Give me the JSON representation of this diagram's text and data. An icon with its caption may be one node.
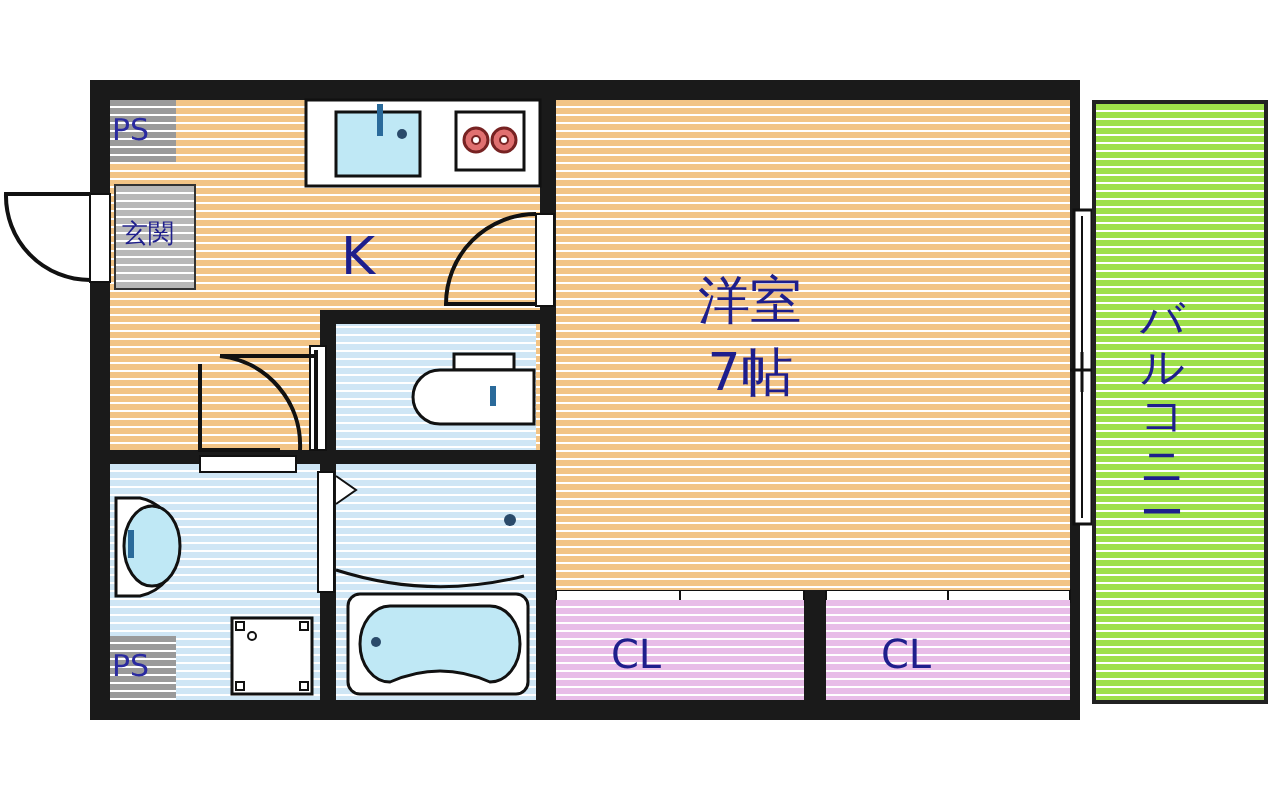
{
  "diagram": {
    "nodes": [
      {
        "text": [
          "PS"
        ],
        "in": 2
      },
      {
        "text": [
          "玄関"
        ],
        "in": 2
      },
      {
        "text": [
          "K"
        ]
      },
      {
        "text": [
          "洋室",
          "7帖"
        ]
      },
      {
        "text": [
          "バルコニー"
        ]
      },
      {
        "text": [
          "PS"
        ]
      },
      {
        "text": [
          "CL"
        ]
      },
      {
        "text": [
          "CL"
        ]
      }
    ],
    "edges": []
  }
}
